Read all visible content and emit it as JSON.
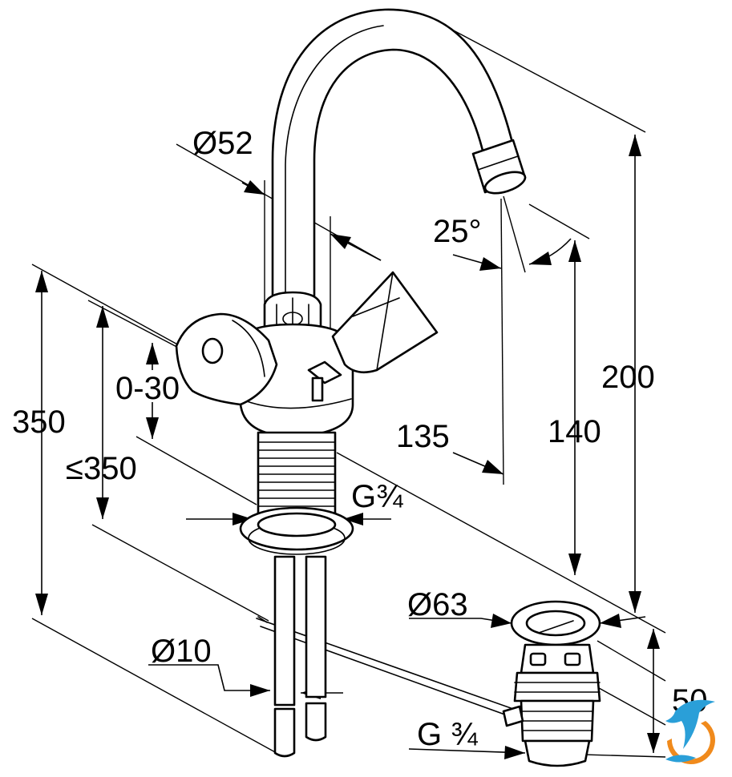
{
  "dimensions": {
    "d52": "Ø52",
    "angle": "25°",
    "h200": "200",
    "h140": "140",
    "h350": "350",
    "le350": "≤350",
    "range": "0-30",
    "r135": "135",
    "thread_top": "G¾",
    "d63": "Ø63",
    "h50": "50",
    "d10": "Ø10",
    "thread_bottom": "G ¾"
  },
  "colors": {
    "line": "#000000",
    "background": "#ffffff",
    "logo_primary": "#2a9fd8",
    "logo_accent": "#f08a1c"
  },
  "icons": {
    "watermark": "dolphin-logo-icon"
  }
}
